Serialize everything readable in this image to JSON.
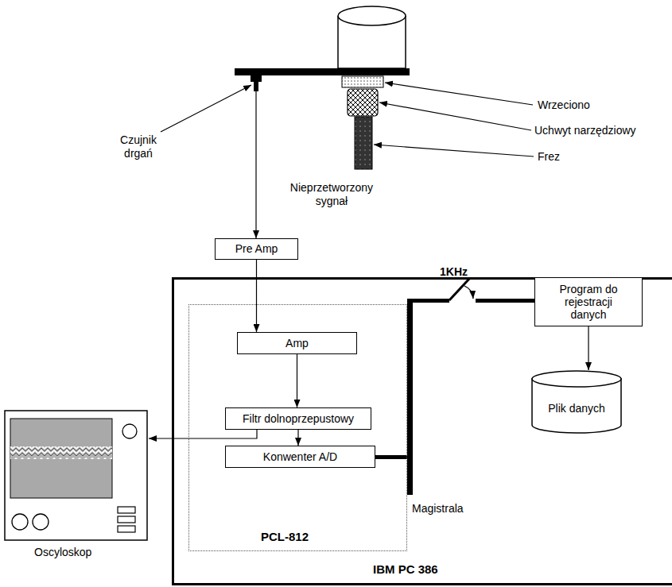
{
  "diagram": {
    "nodes": [
      {
        "text": [
          "Pre Amp"
        ]
      },
      {
        "text": [
          "IBM PC 386"
        ]
      },
      {
        "text": [
          "PCL-812"
        ],
        "in": 1
      },
      {
        "text": [
          "Amp"
        ],
        "in": 2
      },
      {
        "text": [
          "Filtr dolnoprzepustowy"
        ],
        "in": 2
      },
      {
        "text": [
          "Konwenter A/D"
        ],
        "in": 2
      },
      {
        "text": [
          "Program do rejestracji danych"
        ],
        "in": 1
      },
      {
        "text": [
          "Plik danych"
        ],
        "in": 1
      },
      {
        "text": [
          "Oscyloskop"
        ]
      }
    ],
    "edges": [
      {
        "from": 0,
        "to": 3,
        "arrow": "to"
      },
      {
        "from": 3,
        "to": 4,
        "arrow": "to"
      },
      {
        "from": 4,
        "to": 5,
        "arrow": "to"
      },
      {
        "from": 4,
        "to": 8,
        "arrow": "to"
      },
      {
        "from": 6,
        "to": 7,
        "arrow": "to"
      }
    ],
    "labels": [
      "Czujnik drgań",
      "Wrzeciono",
      "Uchwyt narzędziowy",
      "Frez",
      "Nieprzetworzony sygnał",
      "1KHz",
      "Magistrala"
    ]
  }
}
